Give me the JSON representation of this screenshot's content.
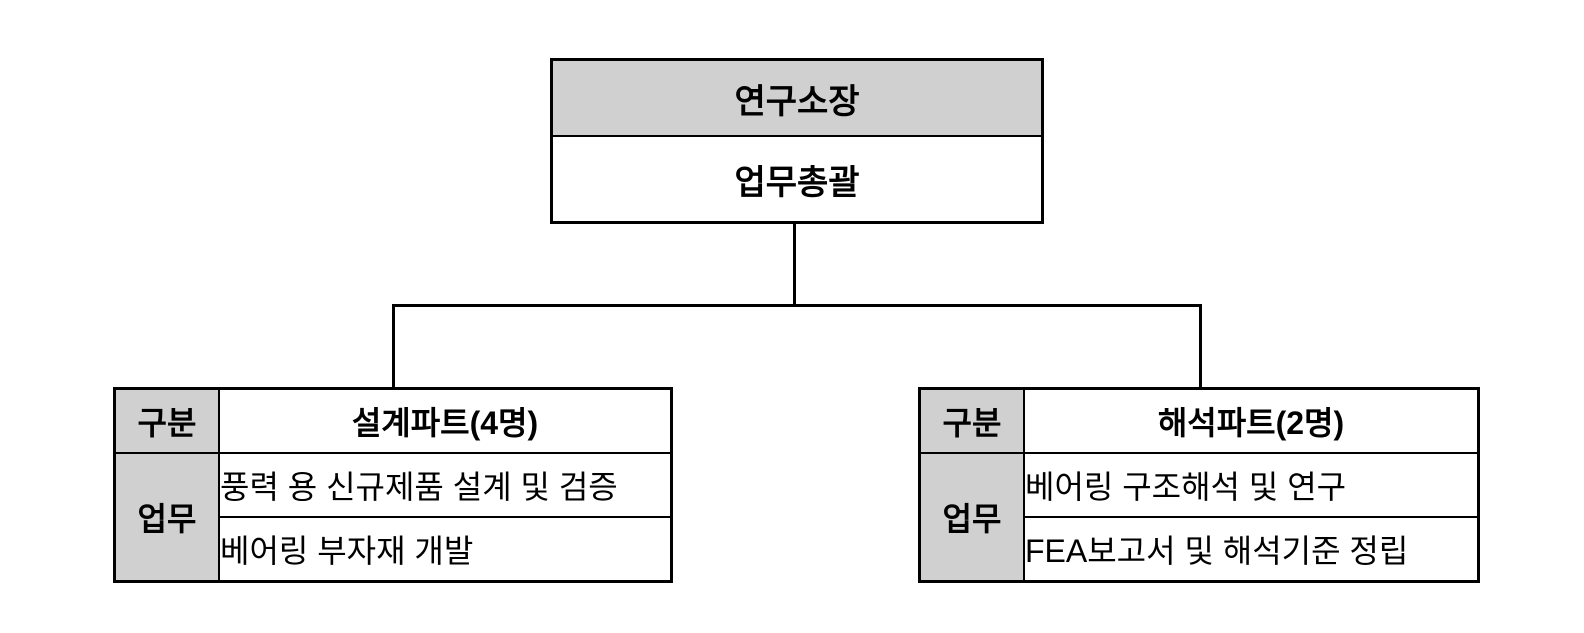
{
  "colors": {
    "node_header_bg": "#d0d0d0",
    "label_cell_bg": "#d0d0d0",
    "border": "#000000",
    "background": "#ffffff",
    "text": "#000000"
  },
  "root": {
    "title": "연구소장",
    "subtitle": "업무총괄"
  },
  "tables": {
    "left": {
      "row_labels": [
        "구분",
        "업무"
      ],
      "title": "설계파트(4명)",
      "tasks": [
        "풍력 용 신규제품 설계 및 검증",
        "베어링 부자재 개발"
      ]
    },
    "right": {
      "row_labels": [
        "구분",
        "업무"
      ],
      "title": "해석파트(2명)",
      "tasks": [
        "베어링 구조해석 및 연구",
        "FEA보고서 및 해석기준 정립"
      ]
    }
  }
}
